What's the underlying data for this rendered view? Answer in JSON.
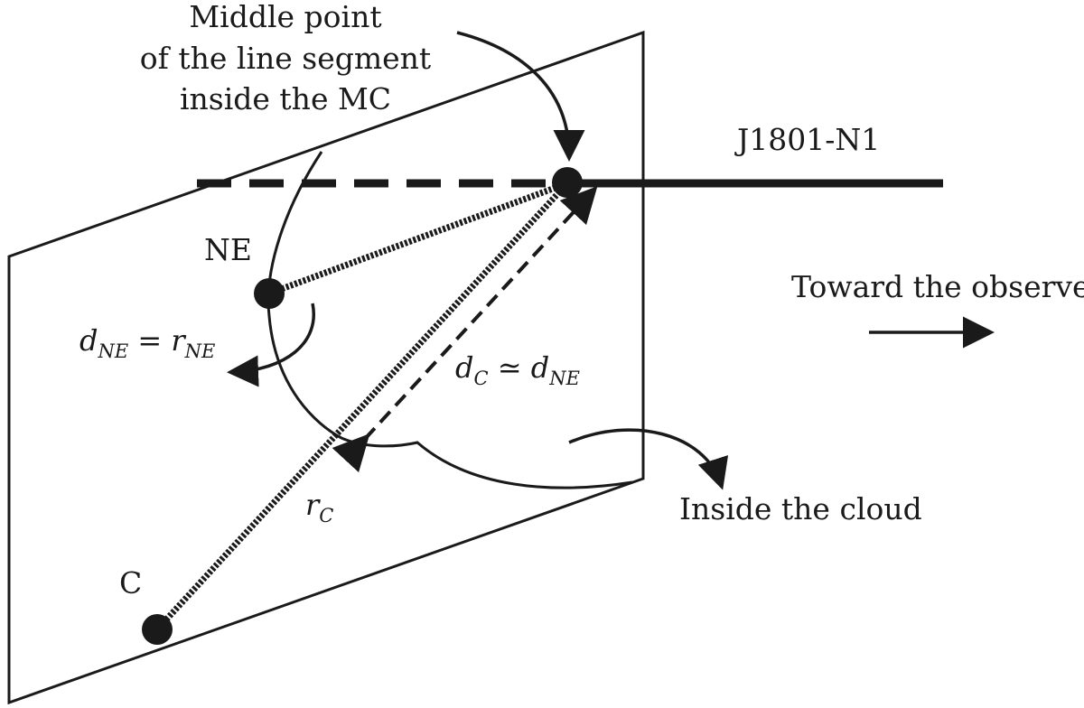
{
  "labels": {
    "middle_point_line1": "Middle point",
    "middle_point_line2": "of the line segment",
    "middle_point_line3": "inside the MC",
    "sightline": "J1801-N1",
    "ne": "NE",
    "c": "C",
    "toward_observer": "Toward the observer",
    "inside_cloud": "Inside the cloud"
  },
  "math": {
    "d_ne_base": "d",
    "d_ne_sub": "NE",
    "equals": " = ",
    "r_ne_base": "r",
    "r_ne_sub": "NE",
    "d_c_base": "d",
    "d_c_sub": "C",
    "approx": " ≃ ",
    "d_ne2_base": "d",
    "d_ne2_sub": "NE",
    "r_c_base": "r",
    "r_c_sub": "C"
  },
  "colors": {
    "ink": "#1a1a1a",
    "background": "#ffffff"
  }
}
